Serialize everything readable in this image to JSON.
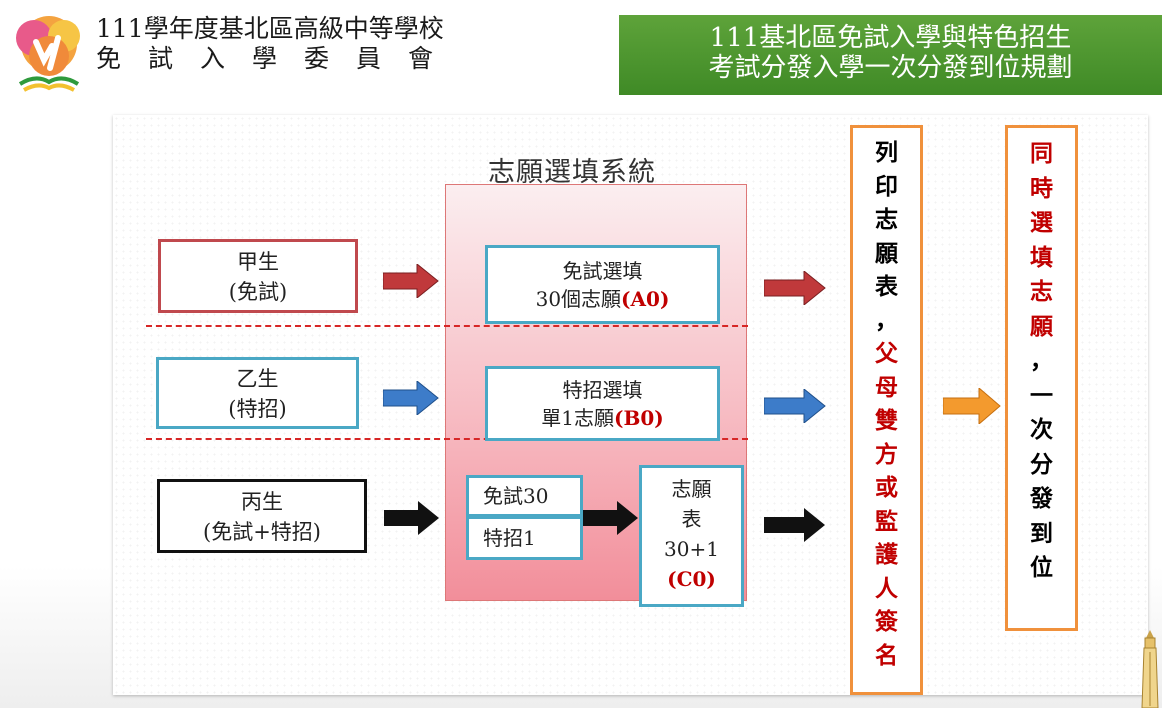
{
  "header": {
    "org_line1": "111學年度基北區高級中等學校",
    "org_line2": "免試入學委員會",
    "title_line1": "111基北區免試入學與特色招生",
    "title_line2": "考試分發入學一次分發到位規劃"
  },
  "diagram": {
    "system_title": "志願選填系統",
    "students": [
      {
        "name": "甲生",
        "type": "(免試)"
      },
      {
        "name": "乙生",
        "type": "(特招)"
      },
      {
        "name": "丙生",
        "type": "(免試+特招)"
      }
    ],
    "options": {
      "a_line1": "免試選填",
      "a_line2_prefix": "30個志願",
      "a_code": "(A0)",
      "b_line1": "特招選填",
      "b_line2_prefix": "單1志願",
      "b_code": "(B0)",
      "c_small1": "免試30",
      "c_small2": "特招1",
      "c_form_line1": "志願",
      "c_form_line2": "表",
      "c_form_line3": "30+1",
      "c_code": "(C0)"
    },
    "print_step": {
      "black_part": [
        "列",
        "印",
        "志",
        "願",
        "表",
        "，"
      ],
      "red_part": [
        "父",
        "母",
        "雙",
        "方",
        "或",
        "監",
        "護",
        "人",
        "簽",
        "名"
      ]
    },
    "result_step": {
      "red_part": [
        "同",
        "時",
        "選",
        "填",
        "志",
        "願"
      ],
      "black_part": [
        "，",
        "一",
        "次",
        "分",
        "發",
        "到",
        "位"
      ]
    },
    "colors": {
      "red_arrow": "#c0393b",
      "blue_arrow": "#3d7cc9",
      "black_arrow": "#111111",
      "orange_arrow": "#f39a2e",
      "accent_red": "#c00000",
      "green_banner": "#4a9a2c"
    }
  }
}
